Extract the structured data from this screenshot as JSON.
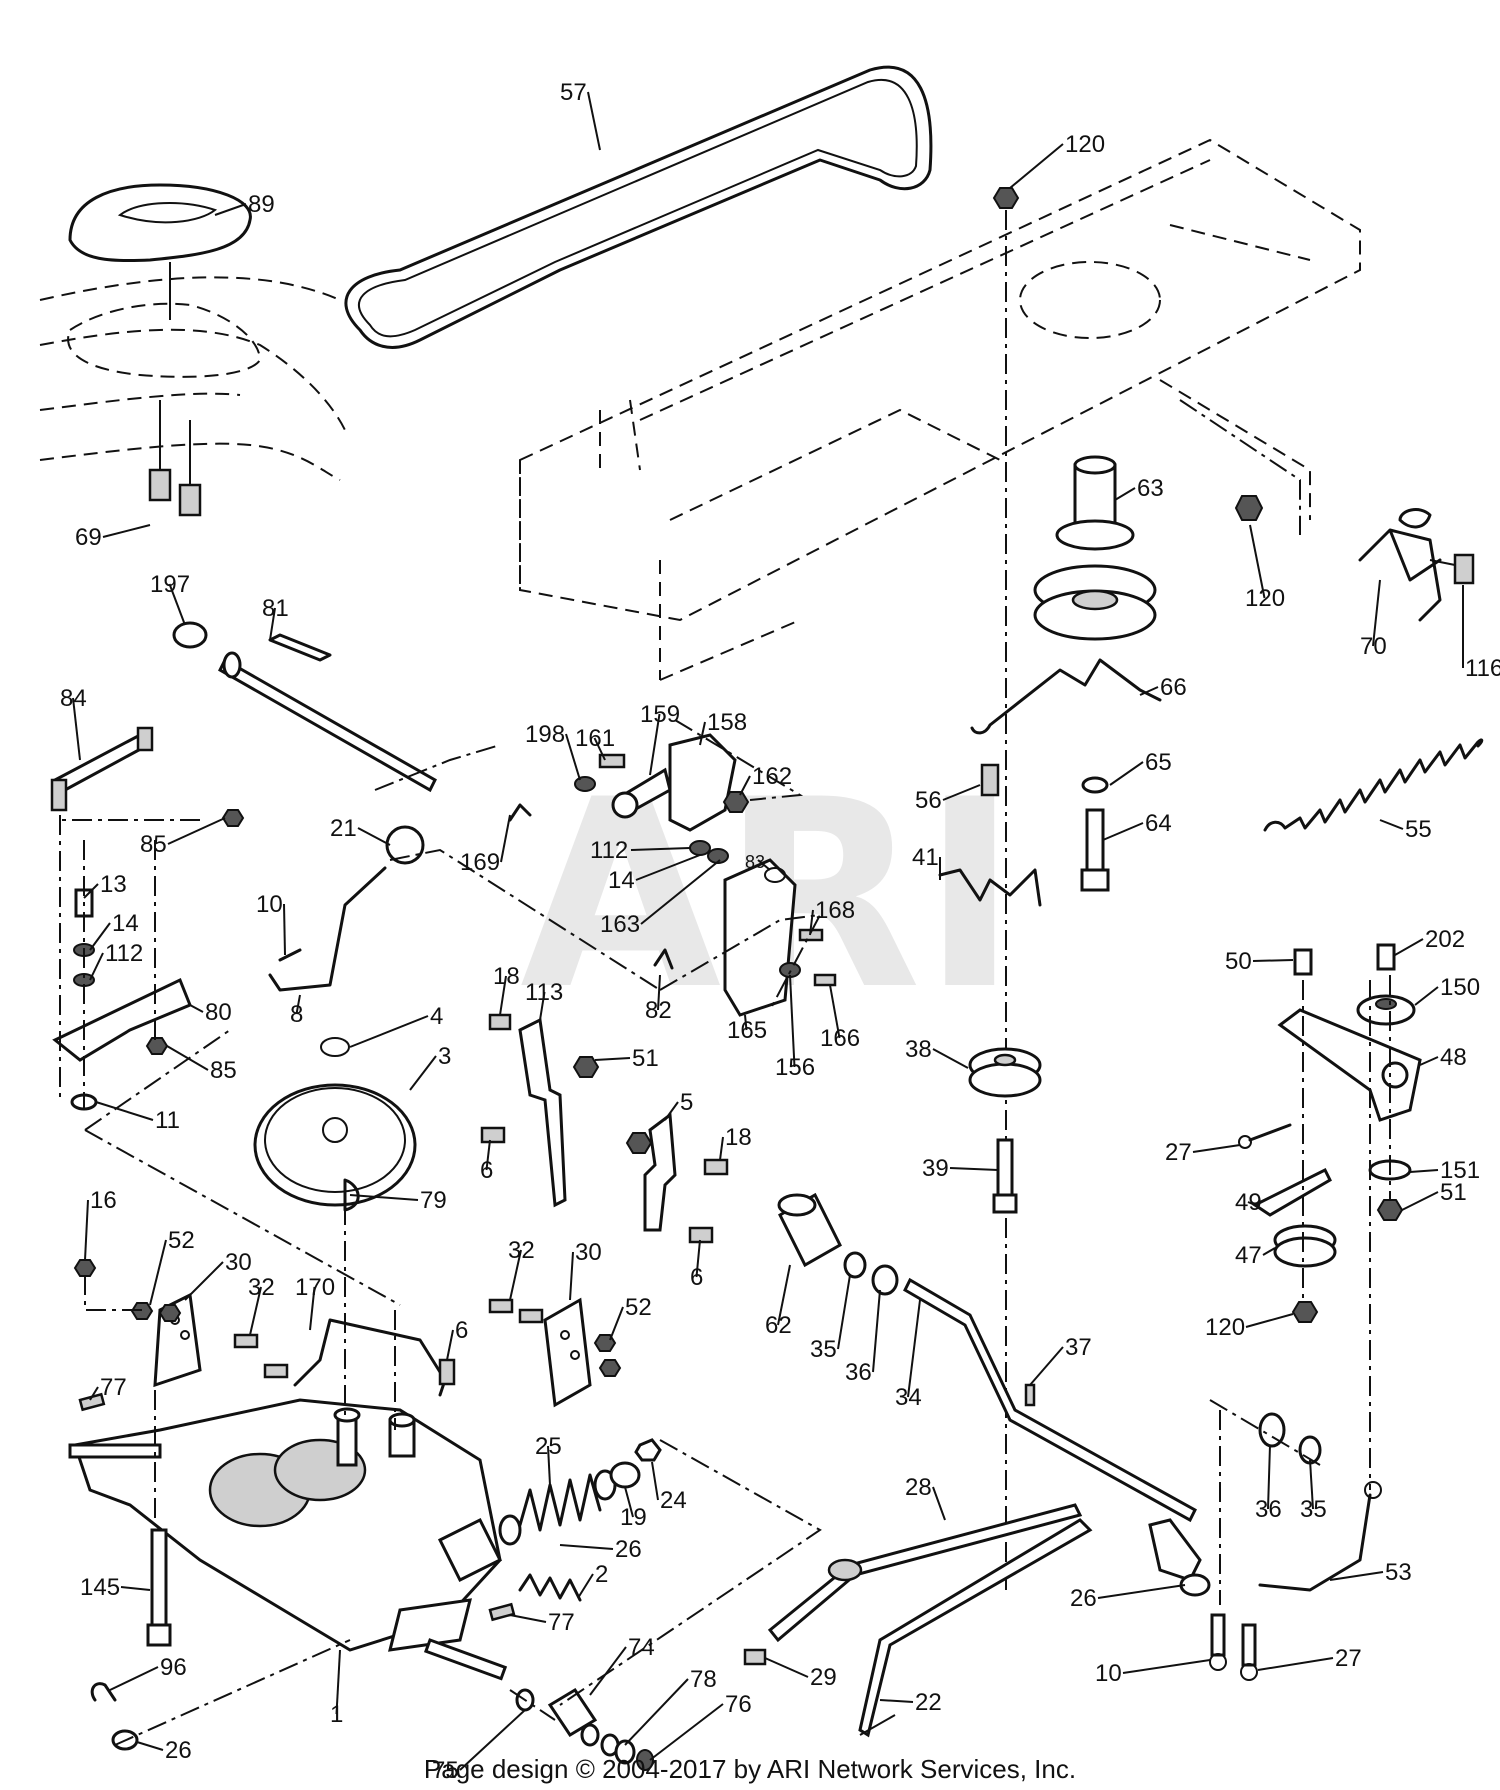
{
  "watermark": "ARI",
  "footer": "Page design © 2004-2017 by ARI Network Services, Inc.",
  "parts": [
    {
      "id": "p57",
      "label": "57"
    },
    {
      "id": "p120a",
      "label": "120"
    },
    {
      "id": "p89",
      "label": "89"
    },
    {
      "id": "p69",
      "label": "69"
    },
    {
      "id": "p63",
      "label": "63"
    },
    {
      "id": "p120b",
      "label": "120"
    },
    {
      "id": "p70",
      "label": "70"
    },
    {
      "id": "p116",
      "label": "116"
    },
    {
      "id": "p197",
      "label": "197"
    },
    {
      "id": "p81",
      "label": "81"
    },
    {
      "id": "p66",
      "label": "66"
    },
    {
      "id": "p84",
      "label": "84"
    },
    {
      "id": "p198",
      "label": "198"
    },
    {
      "id": "p161",
      "label": "161"
    },
    {
      "id": "p159",
      "label": "159"
    },
    {
      "id": "p158",
      "label": "158"
    },
    {
      "id": "p162",
      "label": "162"
    },
    {
      "id": "p56",
      "label": "56"
    },
    {
      "id": "p65",
      "label": "65"
    },
    {
      "id": "p85a",
      "label": "85"
    },
    {
      "id": "p21",
      "label": "21"
    },
    {
      "id": "p169",
      "label": "169"
    },
    {
      "id": "p112a",
      "label": "112"
    },
    {
      "id": "p14a",
      "label": "14"
    },
    {
      "id": "p83",
      "label": "83"
    },
    {
      "id": "p64",
      "label": "64"
    },
    {
      "id": "p55",
      "label": "55"
    },
    {
      "id": "p13",
      "label": "13"
    },
    {
      "id": "p10a",
      "label": "10"
    },
    {
      "id": "p41",
      "label": "41"
    },
    {
      "id": "p163",
      "label": "163"
    },
    {
      "id": "p168",
      "label": "168"
    },
    {
      "id": "p14b",
      "label": "14"
    },
    {
      "id": "p112b",
      "label": "112"
    },
    {
      "id": "p202",
      "label": "202"
    },
    {
      "id": "p50",
      "label": "50"
    },
    {
      "id": "p18a",
      "label": "18"
    },
    {
      "id": "p113",
      "label": "113"
    },
    {
      "id": "p150",
      "label": "150"
    },
    {
      "id": "p80",
      "label": "80"
    },
    {
      "id": "p8",
      "label": "8"
    },
    {
      "id": "p82",
      "label": "82"
    },
    {
      "id": "p166",
      "label": "166"
    },
    {
      "id": "p165",
      "label": "165"
    },
    {
      "id": "p4",
      "label": "4"
    },
    {
      "id": "p85b",
      "label": "85"
    },
    {
      "id": "p156",
      "label": "156"
    },
    {
      "id": "p38",
      "label": "38"
    },
    {
      "id": "p3",
      "label": "3"
    },
    {
      "id": "p51a",
      "label": "51"
    },
    {
      "id": "p48",
      "label": "48"
    },
    {
      "id": "p11",
      "label": "11"
    },
    {
      "id": "p5",
      "label": "5"
    },
    {
      "id": "p6a",
      "label": "6"
    },
    {
      "id": "p18b",
      "label": "18"
    },
    {
      "id": "p27a",
      "label": "27"
    },
    {
      "id": "p39",
      "label": "39"
    },
    {
      "id": "p151",
      "label": "151"
    },
    {
      "id": "p79",
      "label": "79"
    },
    {
      "id": "p49",
      "label": "49"
    },
    {
      "id": "p51b",
      "label": "51"
    },
    {
      "id": "p16",
      "label": "16"
    },
    {
      "id": "p52a",
      "label": "52"
    },
    {
      "id": "p6b",
      "label": "6"
    },
    {
      "id": "p47",
      "label": "47"
    },
    {
      "id": "p30a",
      "label": "30"
    },
    {
      "id": "p32a",
      "label": "32"
    },
    {
      "id": "p32b",
      "label": "32"
    },
    {
      "id": "p30b",
      "label": "30"
    },
    {
      "id": "p62",
      "label": "62"
    },
    {
      "id": "p35a",
      "label": "35"
    },
    {
      "id": "p36a",
      "label": "36"
    },
    {
      "id": "p120c",
      "label": "120"
    },
    {
      "id": "p170",
      "label": "170"
    },
    {
      "id": "p52b",
      "label": "52"
    },
    {
      "id": "p34",
      "label": "34"
    },
    {
      "id": "p37",
      "label": "37"
    },
    {
      "id": "p6c",
      "label": "6"
    },
    {
      "id": "p77a",
      "label": "77"
    },
    {
      "id": "p25",
      "label": "25"
    },
    {
      "id": "p24",
      "label": "24"
    },
    {
      "id": "p19",
      "label": "19"
    },
    {
      "id": "p28",
      "label": "28"
    },
    {
      "id": "p36b",
      "label": "36"
    },
    {
      "id": "p35b",
      "label": "35"
    },
    {
      "id": "p26a",
      "label": "26"
    },
    {
      "id": "p53",
      "label": "53"
    },
    {
      "id": "p2",
      "label": "2"
    },
    {
      "id": "p145",
      "label": "145"
    },
    {
      "id": "p26b",
      "label": "26"
    },
    {
      "id": "p77b",
      "label": "77"
    },
    {
      "id": "p74",
      "label": "74"
    },
    {
      "id": "p29",
      "label": "29"
    },
    {
      "id": "p10b",
      "label": "10"
    },
    {
      "id": "p27b",
      "label": "27"
    },
    {
      "id": "p96",
      "label": "96"
    },
    {
      "id": "p1",
      "label": "1"
    },
    {
      "id": "p78",
      "label": "78"
    },
    {
      "id": "p76",
      "label": "76"
    },
    {
      "id": "p22",
      "label": "22"
    },
    {
      "id": "p26c",
      "label": "26"
    },
    {
      "id": "p75",
      "label": "75"
    }
  ]
}
